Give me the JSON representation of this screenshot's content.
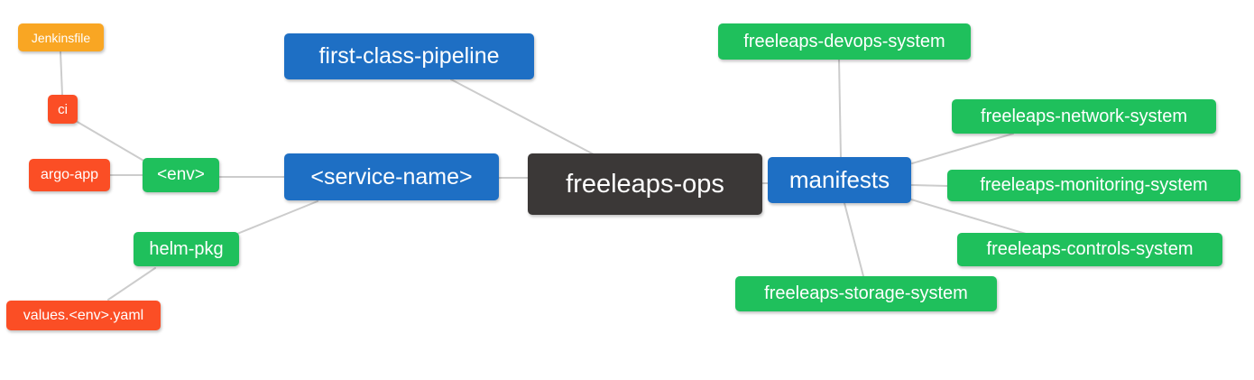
{
  "diagram": {
    "type": "mindmap",
    "root": "freeleaps-ops",
    "background": "#ffffff"
  },
  "palette": {
    "root_bg": "#3b3837",
    "level1_bg": "#1e6fc4",
    "level2_bg": "#1fc05c",
    "level3_bg": "#fb4e25",
    "level4_bg": "#f9a623",
    "edge": "#cccccc",
    "text": "#ffffff"
  },
  "nodes": {
    "freeleaps_ops": {
      "label": "freeleaps-ops",
      "level": "root"
    },
    "first_class_pipeline": {
      "label": "first-class-pipeline",
      "level": "1"
    },
    "service_name": {
      "label": "<service-name>",
      "level": "1"
    },
    "manifests": {
      "label": "manifests",
      "level": "1"
    },
    "env": {
      "label": "<env>",
      "level": "2"
    },
    "helm_pkg": {
      "label": "helm-pkg",
      "level": "2"
    },
    "devops_system": {
      "label": "freeleaps-devops-system",
      "level": "2"
    },
    "network_system": {
      "label": "freeleaps-network-system",
      "level": "2"
    },
    "monitoring_system": {
      "label": "freeleaps-monitoring-system",
      "level": "2"
    },
    "controls_system": {
      "label": "freeleaps-controls-system",
      "level": "2"
    },
    "storage_system": {
      "label": "freeleaps-storage-system",
      "level": "2"
    },
    "ci": {
      "label": "ci",
      "level": "3"
    },
    "argo_app": {
      "label": "argo-app",
      "level": "3"
    },
    "values_env_yaml": {
      "label": "values.<env>.yaml",
      "level": "3"
    },
    "jenkinsfile": {
      "label": "Jenkinsfile",
      "level": "4"
    }
  },
  "edges": [
    {
      "from": "jenkinsfile",
      "to": "ci"
    },
    {
      "from": "ci",
      "to": "env"
    },
    {
      "from": "argo_app",
      "to": "env"
    },
    {
      "from": "env",
      "to": "service_name"
    },
    {
      "from": "helm_pkg",
      "to": "service_name"
    },
    {
      "from": "values_env_yaml",
      "to": "helm_pkg"
    },
    {
      "from": "first_class_pipeline",
      "to": "freeleaps_ops"
    },
    {
      "from": "service_name",
      "to": "freeleaps_ops"
    },
    {
      "from": "freeleaps_ops",
      "to": "manifests"
    },
    {
      "from": "devops_system",
      "to": "manifests"
    },
    {
      "from": "manifests",
      "to": "network_system"
    },
    {
      "from": "manifests",
      "to": "monitoring_system"
    },
    {
      "from": "manifests",
      "to": "controls_system"
    },
    {
      "from": "manifests",
      "to": "storage_system"
    }
  ]
}
